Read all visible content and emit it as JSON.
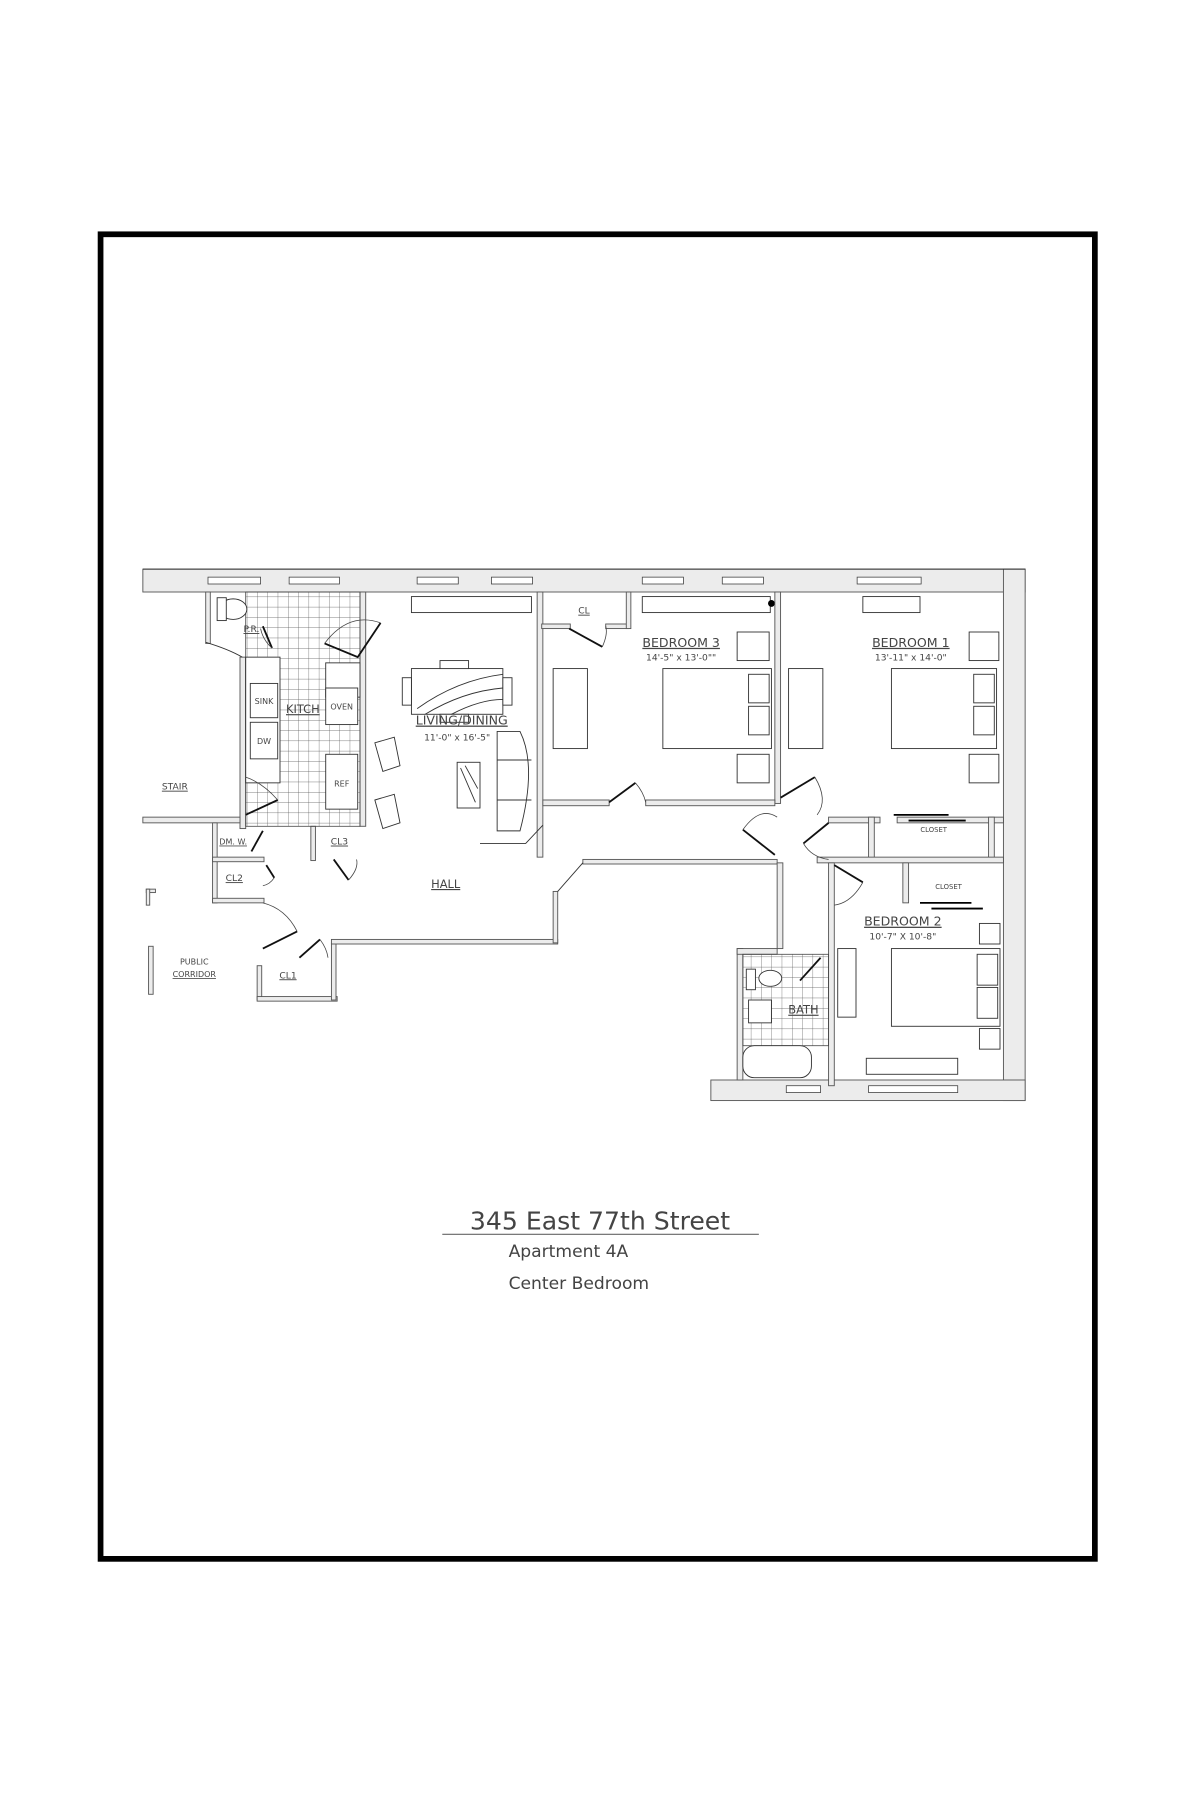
{
  "title": {
    "address": "345 East 77th Street",
    "apartment": "Apartment 4A",
    "type": "Center Bedroom"
  },
  "rooms": {
    "living": {
      "name": "LIVING/DINING",
      "dims": "11'-0\" x 16'-5\""
    },
    "bedroom3": {
      "name": "BEDROOM 3",
      "dims": "14'-5\" x 13'-0\"\""
    },
    "bedroom1": {
      "name": "BEDROOM 1",
      "dims": "13'-11\" x 14'-0\""
    },
    "bedroom2": {
      "name": "BEDROOM 2",
      "dims": "10'-7\" X 10'-8\""
    },
    "kitchen": "KITCH",
    "powder_room": "P.R.",
    "bath": "BATH",
    "hall": "HALL",
    "stair": "STAIR",
    "public_corridor_1": "PUBLIC",
    "public_corridor_2": "CORRIDOR",
    "cl": "CL",
    "cl1": "CL1",
    "cl2": "CL2",
    "cl3": "CL3",
    "dmw": "DM. W.",
    "closet_1": "CLOSET",
    "closet_2": "CLOSET"
  },
  "appliances": {
    "sink": "SINK",
    "dw": "DW",
    "oven": "OVEN",
    "ref": "REF"
  }
}
